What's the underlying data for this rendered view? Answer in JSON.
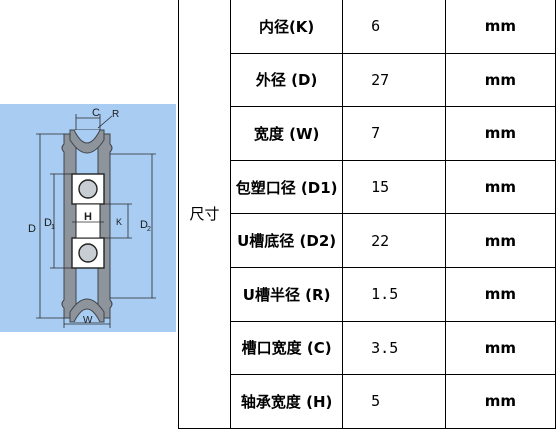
{
  "diagram": {
    "labels": {
      "c": "C",
      "r": "R",
      "d": "D",
      "d1": "D",
      "d1_sub": "1",
      "h": "H",
      "k": "K",
      "d2": "D",
      "d2_sub": "2",
      "w": "W"
    },
    "colors": {
      "background": "#a9ccf3",
      "body": "#8d949c",
      "bore": "#ffffff"
    }
  },
  "table": {
    "section_label": "尺寸",
    "rows": [
      {
        "param": "内径(K)",
        "value": "6",
        "unit": "mm"
      },
      {
        "param": "外径 (D)",
        "value": "27",
        "unit": "mm"
      },
      {
        "param": "宽度 (W)",
        "value": "7",
        "unit": "mm"
      },
      {
        "param": "包塑口径 (D1)",
        "value": "15",
        "unit": "mm"
      },
      {
        "param": "U槽底径 (D2)",
        "value": "22",
        "unit": "mm"
      },
      {
        "param": "U槽半径 (R)",
        "value": "1.5",
        "unit": "mm"
      },
      {
        "param": "槽口宽度 (C)",
        "value": "3.5",
        "unit": "mm"
      },
      {
        "param": "轴承宽度 (H)",
        "value": "5",
        "unit": "mm"
      }
    ]
  }
}
